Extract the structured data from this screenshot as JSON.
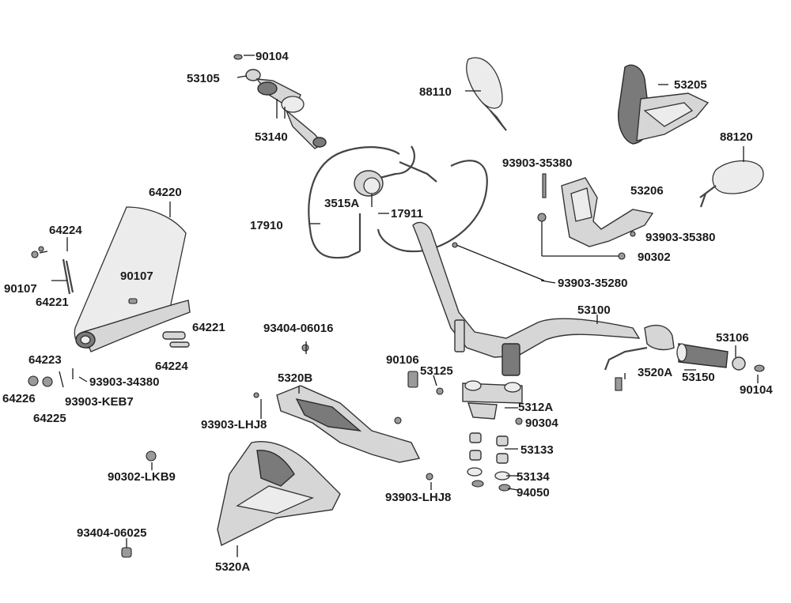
{
  "parts": [
    {
      "id": "90104-top",
      "label": "90104"
    },
    {
      "id": "53105",
      "label": "53105"
    },
    {
      "id": "53140",
      "label": "53140"
    },
    {
      "id": "88110",
      "label": "88110"
    },
    {
      "id": "53205",
      "label": "53205"
    },
    {
      "id": "88120",
      "label": "88120"
    },
    {
      "id": "93903-35380-a",
      "label": "93903-35380"
    },
    {
      "id": "53206",
      "label": "53206"
    },
    {
      "id": "93903-35380-b",
      "label": "93903-35380"
    },
    {
      "id": "90302",
      "label": "90302"
    },
    {
      "id": "64220",
      "label": "64220"
    },
    {
      "id": "64224-a",
      "label": "64224"
    },
    {
      "id": "90107-a",
      "label": "90107"
    },
    {
      "id": "64221-a",
      "label": "64221"
    },
    {
      "id": "90107-b",
      "label": "90107"
    },
    {
      "id": "64221-b",
      "label": "64221"
    },
    {
      "id": "64224-b",
      "label": "64224"
    },
    {
      "id": "3515A",
      "label": "3515A"
    },
    {
      "id": "17910",
      "label": "17910"
    },
    {
      "id": "17911",
      "label": "17911"
    },
    {
      "id": "93903-35280",
      "label": "93903-35280"
    },
    {
      "id": "53100",
      "label": "53100"
    },
    {
      "id": "53106",
      "label": "53106"
    },
    {
      "id": "3520A",
      "label": "3520A"
    },
    {
      "id": "53150",
      "label": "53150"
    },
    {
      "id": "90104-bottom",
      "label": "90104"
    },
    {
      "id": "64223",
      "label": "64223"
    },
    {
      "id": "93903-34380",
      "label": "93903-34380"
    },
    {
      "id": "64226",
      "label": "64226"
    },
    {
      "id": "93903-KEB7",
      "label": "93903-KEB7"
    },
    {
      "id": "64225",
      "label": "64225"
    },
    {
      "id": "93404-06016",
      "label": "93404-06016"
    },
    {
      "id": "5320B",
      "label": "5320B"
    },
    {
      "id": "93903-LHJ8-a",
      "label": "93903-LHJ8"
    },
    {
      "id": "90106",
      "label": "90106"
    },
    {
      "id": "53125",
      "label": "53125"
    },
    {
      "id": "5312A",
      "label": "5312A"
    },
    {
      "id": "90304",
      "label": "90304"
    },
    {
      "id": "53133",
      "label": "53133"
    },
    {
      "id": "53134",
      "label": "53134"
    },
    {
      "id": "94050",
      "label": "94050"
    },
    {
      "id": "93903-LHJ8-b",
      "label": "93903-LHJ8"
    },
    {
      "id": "90302-LKB9",
      "label": "90302-LKB9"
    },
    {
      "id": "93404-06025",
      "label": "93404-06025"
    },
    {
      "id": "5320A",
      "label": "5320A"
    }
  ]
}
